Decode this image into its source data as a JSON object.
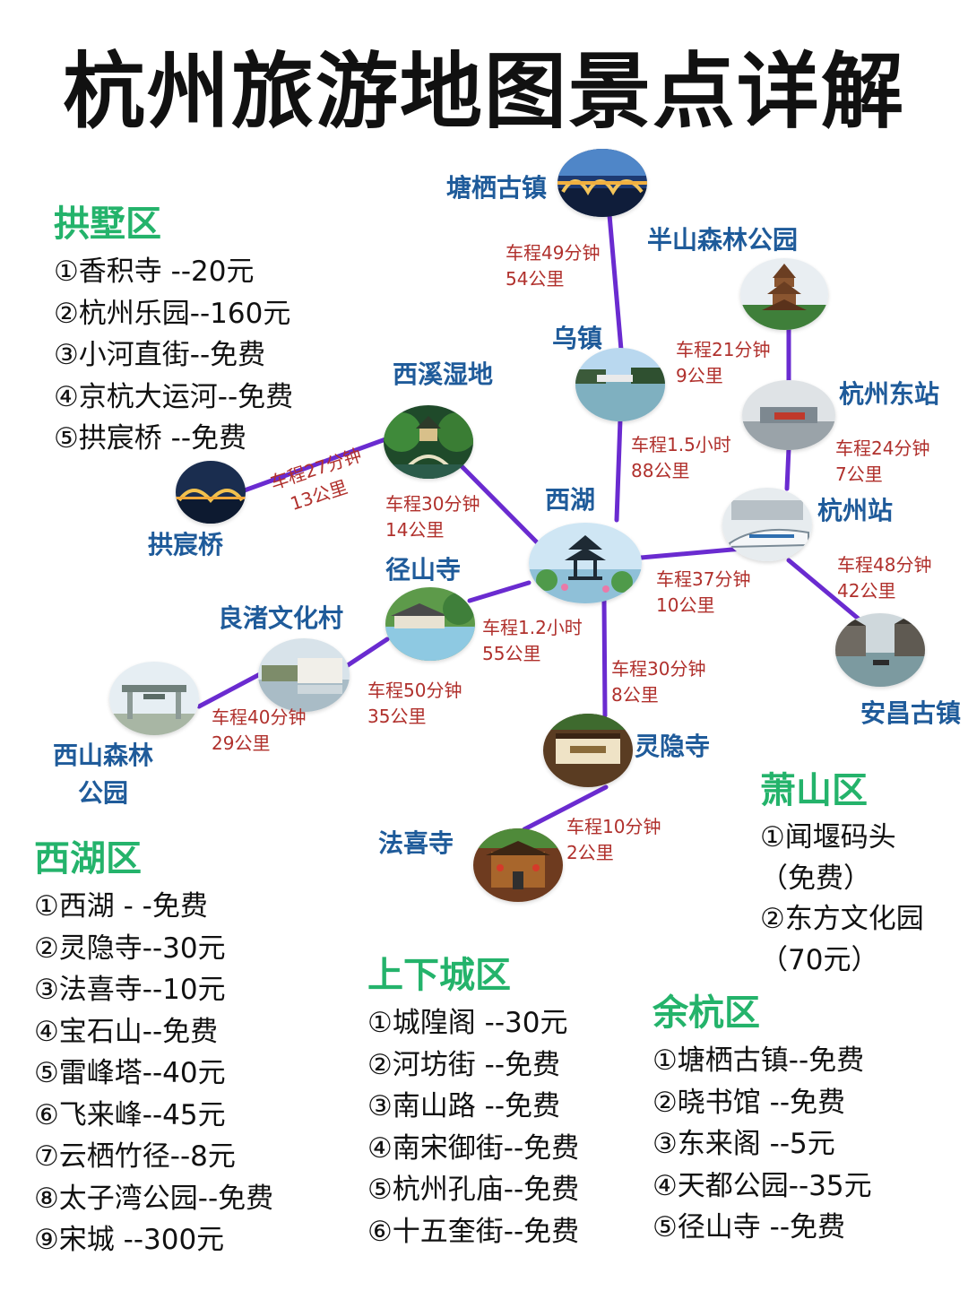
{
  "title": "杭州旅游地图景点详解",
  "colors": {
    "title": "#111111",
    "district": "#24b36b",
    "place": "#1f5b9a",
    "route": "#b0302c",
    "line": "#6a2bd0"
  },
  "places": {
    "tangqi": "塘栖古镇",
    "banshan": "半山森林公园",
    "wuzhen": "乌镇",
    "hz_east": "杭州东站",
    "xixi": "西溪湿地",
    "xihu": "西湖",
    "hz_station": "杭州站",
    "gongchen": "拱宸桥",
    "jingshan": "径山寺",
    "liangzhu": "良渚文化村",
    "xishan": "西山森林公园",
    "lingyin": "灵隐寺",
    "anchang": "安昌古镇",
    "faxi": "法喜寺"
  },
  "routes": {
    "tangqi_wuzhen": {
      "time": "车程49分钟",
      "dist": "54公里"
    },
    "banshan_east": {
      "time": "车程21分钟",
      "dist": "9公里"
    },
    "wuzhen_xihu": {
      "time": "车程1.5小时",
      "dist": "88公里"
    },
    "east_station": {
      "time": "车程24分钟",
      "dist": "7公里"
    },
    "gongchen_xixi": {
      "time": "车程27分钟",
      "dist": "13公里"
    },
    "xixi_xihu": {
      "time": "车程30分钟",
      "dist": "14公里"
    },
    "xihu_station": {
      "time": "车程37分钟",
      "dist": "10公里"
    },
    "station_anchang": {
      "time": "车程48分钟",
      "dist": "42公里"
    },
    "jingshan_xihu": {
      "time": "车程1.2小时",
      "dist": "55公里"
    },
    "liangzhu_jingshan": {
      "time": "车程50分钟",
      "dist": "35公里"
    },
    "xishan_liangzhu": {
      "time": "车程40分钟",
      "dist": "29公里"
    },
    "xihu_lingyin": {
      "time": "车程30分钟",
      "dist": "8公里"
    },
    "lingyin_faxi": {
      "time": "车程10分钟",
      "dist": "2公里"
    }
  },
  "districts": {
    "gongshu": {
      "name": "拱墅区",
      "items": [
        "①香积寺 --20元",
        "②杭州乐园--160元",
        "③小河直街--免费",
        "④京杭大运河--免费",
        "⑤拱宸桥 --免费"
      ]
    },
    "xihu": {
      "name": "西湖区",
      "items": [
        "①西湖 - -免费",
        "②灵隐寺--30元",
        "③法喜寺--10元",
        "④宝石山--免费",
        "⑤雷峰塔--40元",
        "⑥飞来峰--45元",
        "⑦云栖竹径--8元",
        "⑧太子湾公园--免费",
        "⑨宋城 --300元"
      ]
    },
    "shangcheng": {
      "name": "上下城区",
      "items": [
        "①城隍阁 --30元",
        "②河坊街 --免费",
        "③南山路 --免费",
        "④南宋御街--免费",
        "⑤杭州孔庙--免费",
        "⑥十五奎街--免费"
      ]
    },
    "xiaoshan": {
      "name": "萧山区",
      "items": [
        "①闻堰码头",
        "（免费）",
        "②东方文化园",
        "（70元）"
      ]
    },
    "yuhang": {
      "name": "余杭区",
      "items": [
        "①塘栖古镇--免费",
        "②晓书馆 --免费",
        "③东来阁 --5元",
        "④天都公园--35元",
        "⑤径山寺 --免费"
      ]
    }
  }
}
